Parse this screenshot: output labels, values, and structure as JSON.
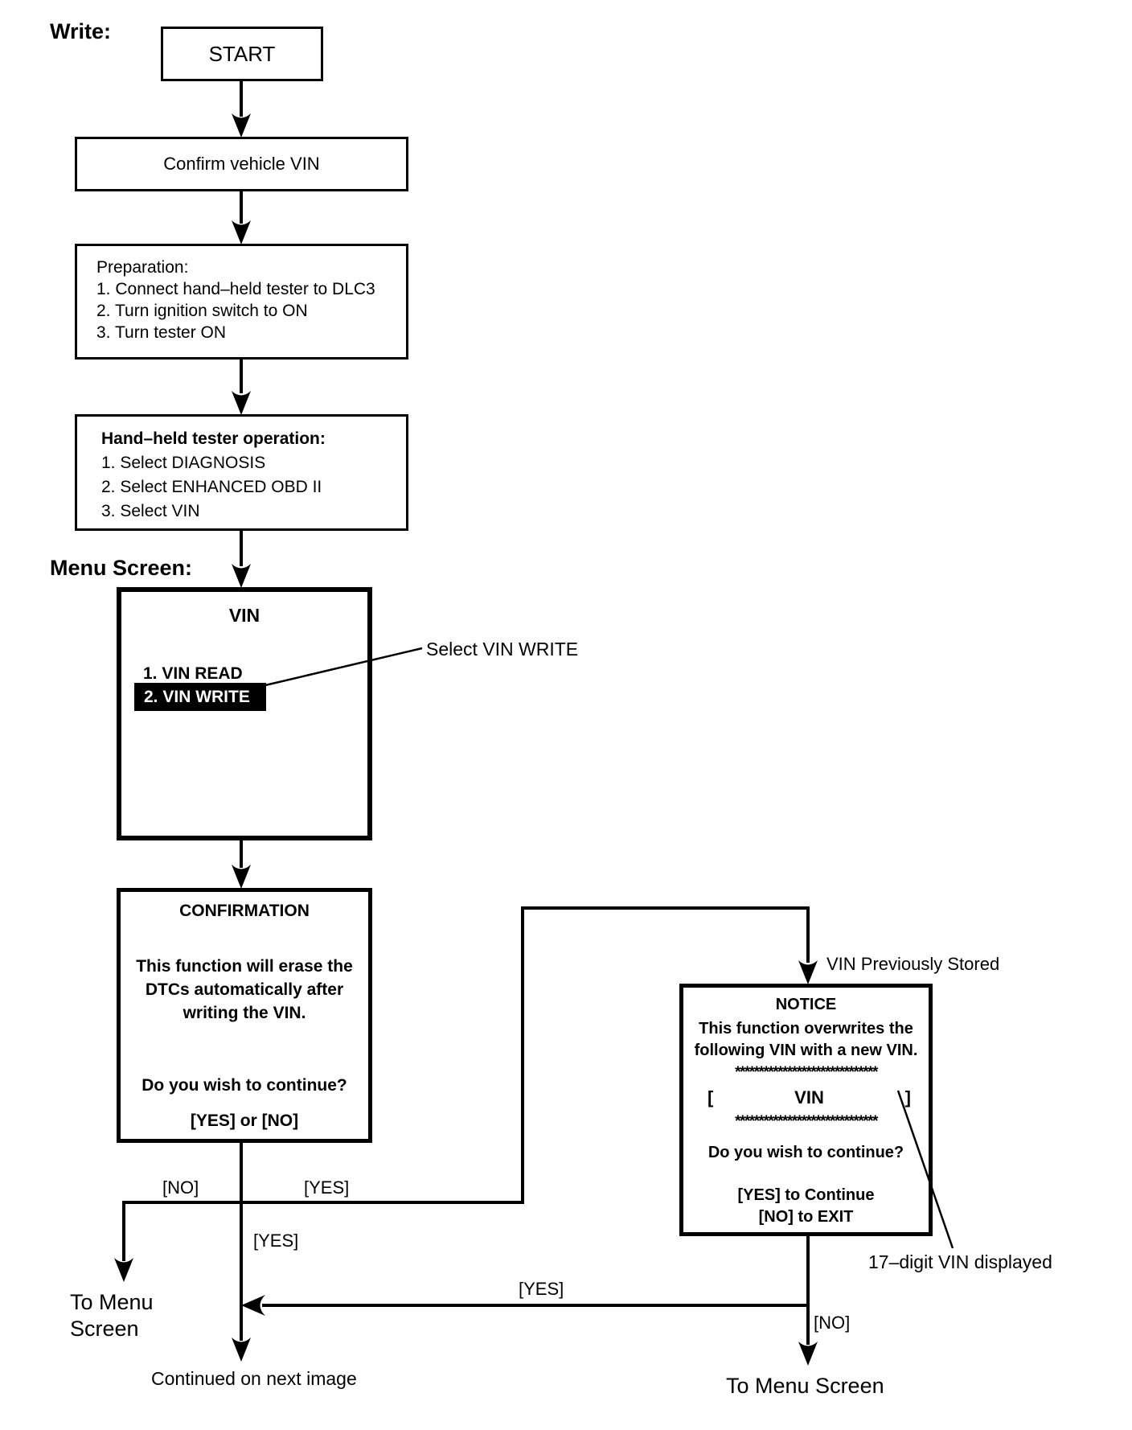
{
  "labels": {
    "write": "Write:",
    "menu_screen": "Menu Screen:"
  },
  "flow": {
    "start": "START",
    "confirm_vin": "Confirm vehicle VIN",
    "preparation": {
      "title": "Preparation:",
      "step1": "1. Connect hand–held tester to DLC3",
      "step2": "2. Turn ignition switch to ON",
      "step3": "3. Turn tester ON"
    },
    "tester_operation": {
      "title": "Hand–held tester operation:",
      "step1": "1. Select DIAGNOSIS",
      "step2": "2. Select ENHANCED OBD II",
      "step3": "3. Select VIN"
    },
    "vin_menu": {
      "title": "VIN",
      "item_read": "1. VIN READ",
      "item_write": "2. VIN WRITE"
    },
    "confirmation": {
      "title": "CONFIRMATION",
      "line1": "This function will erase the",
      "line2": "DTCs automatically after",
      "line3": "writing the VIN.",
      "question": "Do you wish to continue?",
      "options": "[YES] or [NO]"
    },
    "notice": {
      "title": "NOTICE",
      "line1": "This function overwrites the",
      "line2": "following VIN with a new VIN.",
      "stars_top": "******************************",
      "vin_left_bracket": "[",
      "vin_label": "VIN",
      "vin_right_bracket": "]",
      "stars_bottom": "******************************",
      "question": "Do you wish to continue?",
      "option_yes": "[YES] to Continue",
      "option_no": "[NO] to EXIT"
    }
  },
  "annotations": {
    "select_vin_write": "Select VIN WRITE",
    "vin_previously_stored": "VIN Previously Stored",
    "seventeen_digit_vin": "17–digit VIN displayed"
  },
  "edge_labels": {
    "no_to_menu": "[NO]",
    "yes_branch": "[YES]",
    "yes_continue": "[YES]",
    "yes_return": "[YES]",
    "no_exit": "[NO]"
  },
  "exits": {
    "to_menu_left_line1": "To Menu",
    "to_menu_left_line2": "Screen",
    "continued": "Continued on next image",
    "to_menu_right": "To Menu Screen"
  },
  "colors": {
    "ink": "#000000",
    "paper": "#ffffff",
    "highlight_bg": "#000000",
    "highlight_text": "#ffffff"
  }
}
